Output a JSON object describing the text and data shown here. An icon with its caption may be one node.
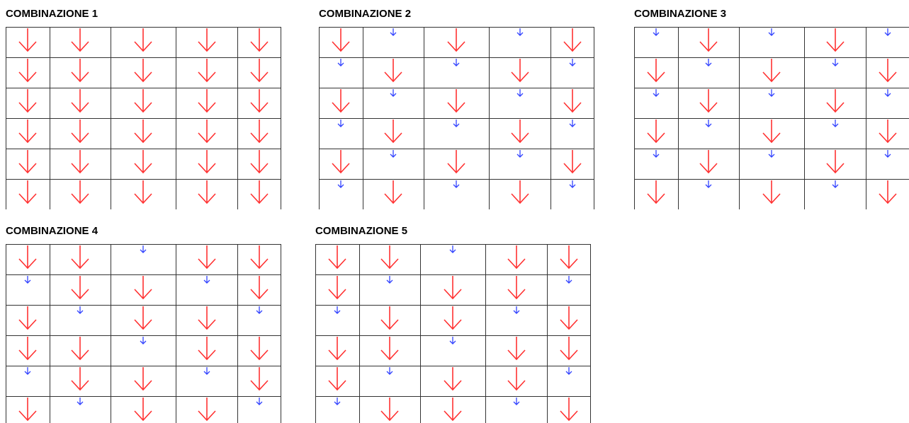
{
  "diagram": {
    "nodes": [
      {
        "text": [
          "COMBINAZIONE 1"
        ]
      },
      {
        "text": [
          "COMBINAZIONE 2"
        ]
      },
      {
        "text": [
          "COMBINAZIONE 3"
        ]
      },
      {
        "text": [
          "COMBINAZIONE 4"
        ]
      },
      {
        "text": [
          "COMBINAZIONE 5"
        ]
      }
    ]
  }
}
